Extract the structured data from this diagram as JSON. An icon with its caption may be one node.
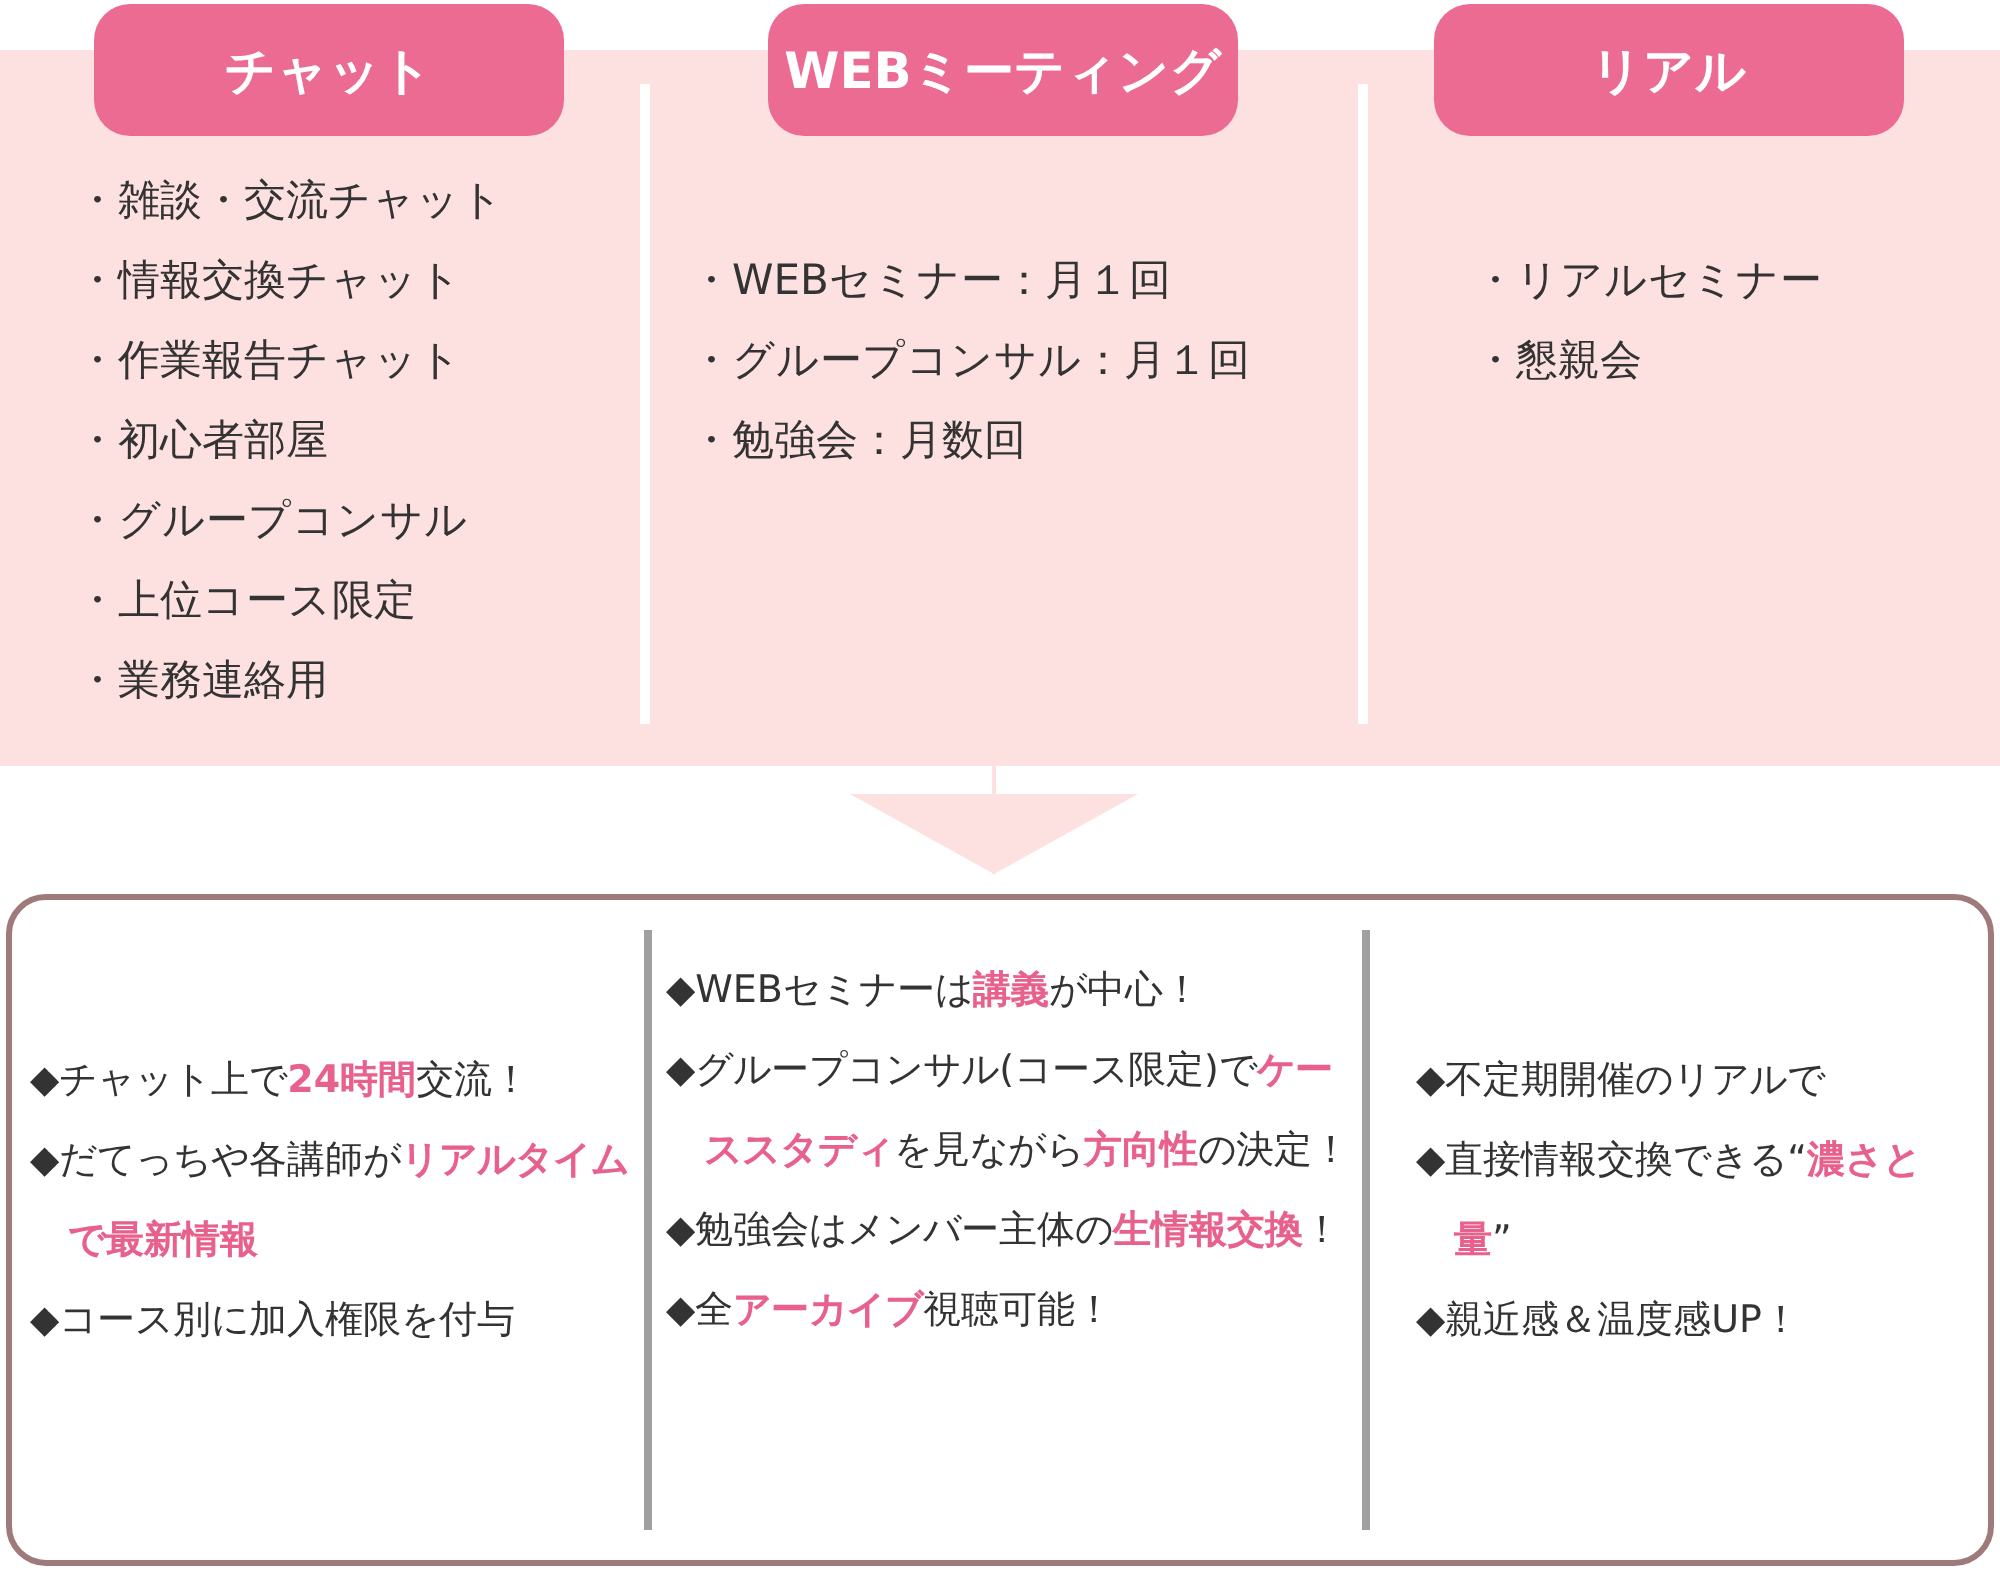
{
  "diagram": {
    "nodes": [
      {
        "text": [],
        "shape": "box"
      },
      {
        "text": [
          "チャット"
        ]
      },
      {
        "text": [
          "WEBミーティング"
        ]
      },
      {
        "text": [
          "リアル"
        ]
      },
      {
        "text": [],
        "shape": "box"
      }
    ],
    "edges": [
      {
        "from": 0,
        "to": 4,
        "arrow": "to"
      }
    ],
    "labels": [
      "・雑談・交流チャット",
      "・情報交換チャット",
      "・作業報告チャット",
      "・初心者部屋",
      "・グループコンサル",
      "・上位コース限定",
      "・業務連絡用",
      "・WEBセミナー：月１回",
      "・グループコンサル：月１回",
      "・勉強会：月数回",
      "・リアルセミナー",
      "・懇親会",
      "◆チャット上で**24時間**交流！",
      "◆だてっちや各講師が**リアルタイムで最新情報**",
      "◆コース別に加入権限を付与",
      "◆WEBセミナーは**講義**が中心！",
      "◆グループコンサル(コース限定)で**ケーススタディ**を見ながら**方向性**の決定！",
      "◆勉強会はメンバー主体の**生情報交換**！",
      "◆全**アーカイブ**視聴可能！",
      "◆不定期開催のリアルで",
      "◆直接情報交換できる“**濃さと量**”",
      "◆親近感＆温度感UP！"
    ]
  }
}
